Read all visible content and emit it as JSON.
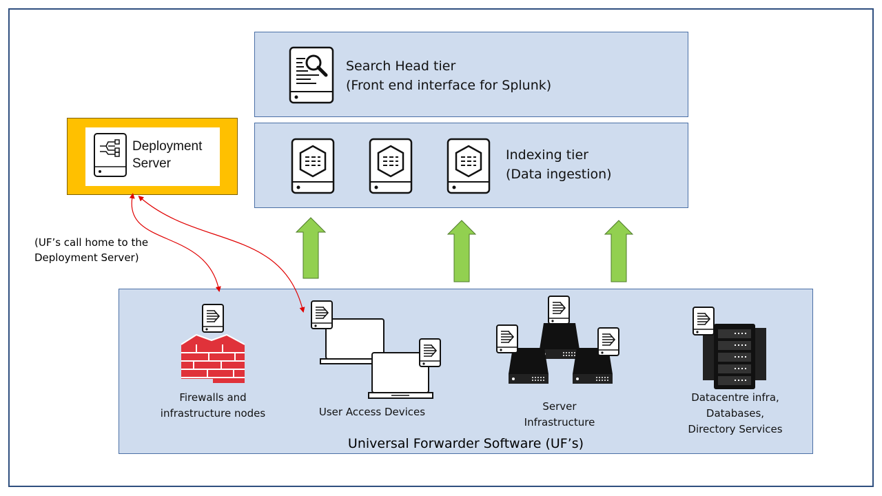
{
  "search_head": {
    "title": "Search Head tier",
    "subtitle": "(Front end interface for Splunk)",
    "icon": "search-document-icon"
  },
  "indexing": {
    "title": "Indexing tier",
    "subtitle": "(Data ingestion)",
    "icon": "indexer-server-icon"
  },
  "deployment": {
    "line1": "Deployment",
    "line2": "Server",
    "icon": "deployment-server-icon",
    "color": "#ffc000"
  },
  "callout": {
    "line1": "(UF’s call home to the",
    "line2": "Deployment Server)"
  },
  "forwarders": {
    "title": "Universal Forwarder Software (UF’s)",
    "groups": [
      {
        "id": "firewalls",
        "lines": [
          "Firewalls and",
          "infrastructure nodes"
        ],
        "icon": "firewall-icon"
      },
      {
        "id": "user-devices",
        "lines": [
          "User Access Devices"
        ],
        "icon": "laptop-icon"
      },
      {
        "id": "servers",
        "lines": [
          "Server",
          "Infrastructure"
        ],
        "icon": "server-icon"
      },
      {
        "id": "datacentre",
        "lines": [
          "Datacentre infra,",
          "Databases,",
          "Directory Services"
        ],
        "icon": "server-rack-icon"
      }
    ]
  },
  "colors": {
    "tier_fill": "#cfdcee",
    "arrow_green": "#92d050",
    "firewall_red": "#e0323a",
    "callout_red": "#e00000"
  }
}
